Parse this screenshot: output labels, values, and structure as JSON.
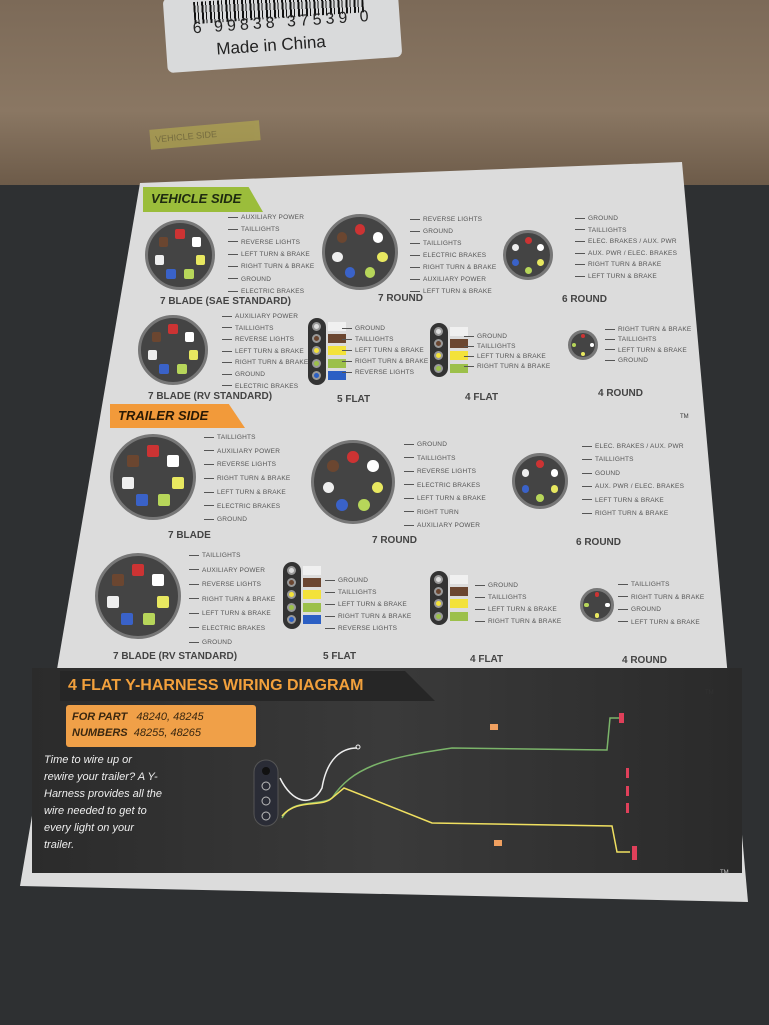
{
  "box": {
    "barcode_digits": "6  99838 37539  0",
    "origin": "Made in China",
    "faded_tag": "VEHICLE SIDE"
  },
  "vehicle_side": {
    "header": "VEHICLE SIDE",
    "connectors": [
      {
        "title": "7 BLADE (SAE STANDARD)",
        "labels": [
          "AUXILIARY POWER",
          "TAILLIGHTS",
          "REVERSE LIGHTS",
          "LEFT TURN & BRAKE",
          "RIGHT TURN & BRAKE",
          "GROUND",
          "ELECTRIC BRAKES"
        ]
      },
      {
        "title": "7 ROUND",
        "labels": [
          "REVERSE LIGHTS",
          "GROUND",
          "TAILLIGHTS",
          "ELECTRIC BRAKES",
          "RIGHT TURN & BRAKE",
          "AUXILIARY POWER",
          "LEFT TURN & BRAKE"
        ]
      },
      {
        "title": "6 ROUND",
        "labels": [
          "GROUND",
          "TAILLIGHTS",
          "ELEC. BRAKES / AUX. PWR",
          "AUX. PWR / ELEC. BRAKES",
          "RIGHT TURN & BRAKE",
          "LEFT TURN & BRAKE"
        ]
      },
      {
        "title": "7 BLADE (RV STANDARD)",
        "labels": [
          "AUXILIARY POWER",
          "TAILLIGHTS",
          "REVERSE LIGHTS",
          "LEFT TURN & BRAKE",
          "RIGHT TURN & BRAKE",
          "GROUND",
          "ELECTRIC BRAKES"
        ]
      },
      {
        "title": "5 FLAT",
        "labels": [
          "GROUND",
          "TAILLIGHTS",
          "LEFT TURN & BRAKE",
          "RIGHT TURN & BRAKE",
          "REVERSE LIGHTS"
        ]
      },
      {
        "title": "4 FLAT",
        "labels": [
          "GROUND",
          "TAILLIGHTS",
          "LEFT TURN & BRAKE",
          "RIGHT TURN & BRAKE"
        ]
      },
      {
        "title": "4 ROUND",
        "labels": [
          "RIGHT TURN & BRAKE",
          "TAILLIGHTS",
          "LEFT TURN & BRAKE",
          "GROUND"
        ]
      }
    ]
  },
  "trailer_side": {
    "header": "TRAILER SIDE",
    "connectors": [
      {
        "title": "7 BLADE",
        "labels": [
          "TAILLIGHTS",
          "AUXILIARY POWER",
          "REVERSE LIGHTS",
          "RIGHT TURN & BRAKE",
          "LEFT TURN & BRAKE",
          "ELECTRIC BRAKES",
          "GROUND"
        ]
      },
      {
        "title": "7 ROUND",
        "labels": [
          "GROUND",
          "TAILLIGHTS",
          "REVERSE LIGHTS",
          "ELECTRIC BRAKES",
          "LEFT TURN & BRAKE",
          "RIGHT TURN",
          "AUXILIARY POWER"
        ]
      },
      {
        "title": "6 ROUND",
        "labels": [
          "ELEC. BRAKES / AUX. PWR",
          "TAILLIGHTS",
          "GOUND",
          "AUX. PWR / ELEC. BRAKES",
          "LEFT TURN & BRAKE",
          "RIGHT TURN & BRAKE"
        ]
      },
      {
        "title": "7 BLADE (RV STANDARD)",
        "labels": [
          "TAILLIGHTS",
          "AUXILIARY POWER",
          "REVERSE LIGHTS",
          "RIGHT TURN & BRAKE",
          "LEFT TURN & BRAKE",
          "ELECTRIC BRAKES",
          "GROUND"
        ]
      },
      {
        "title": "5 FLAT",
        "labels": [
          "GROUND",
          "TAILLIGHTS",
          "LEFT TURN & BRAKE",
          "RIGHT TURN & BRAKE",
          "REVERSE LIGHTS"
        ]
      },
      {
        "title": "4 FLAT",
        "labels": [
          "GROUND",
          "TAILLIGHTS",
          "LEFT TURN & BRAKE",
          "RIGHT TURN & BRAKE"
        ]
      },
      {
        "title": "4 ROUND",
        "labels": [
          "TAILLIGHTS",
          "RIGHT TURN & BRAKE",
          "GROUND",
          "LEFT TURN & BRAKE"
        ]
      }
    ]
  },
  "harness": {
    "title": "4 FLAT Y-HARNESS WIRING DIAGRAM",
    "part_label_1": "FOR PART",
    "parts_1": "48240, 48245",
    "part_label_2": "NUMBERS",
    "parts_2": "48255, 48265",
    "description": "Time to wire up or rewire your trailer? A Y-Harness provides all the wire needed to get to every light on your trailer."
  },
  "trademark": "TM",
  "wire_colors": {
    "white": "#f0f0f0",
    "brown": "#6b4630",
    "yellow": "#f3e23a",
    "green": "#9cc04a",
    "blue": "#2b5fc4"
  }
}
